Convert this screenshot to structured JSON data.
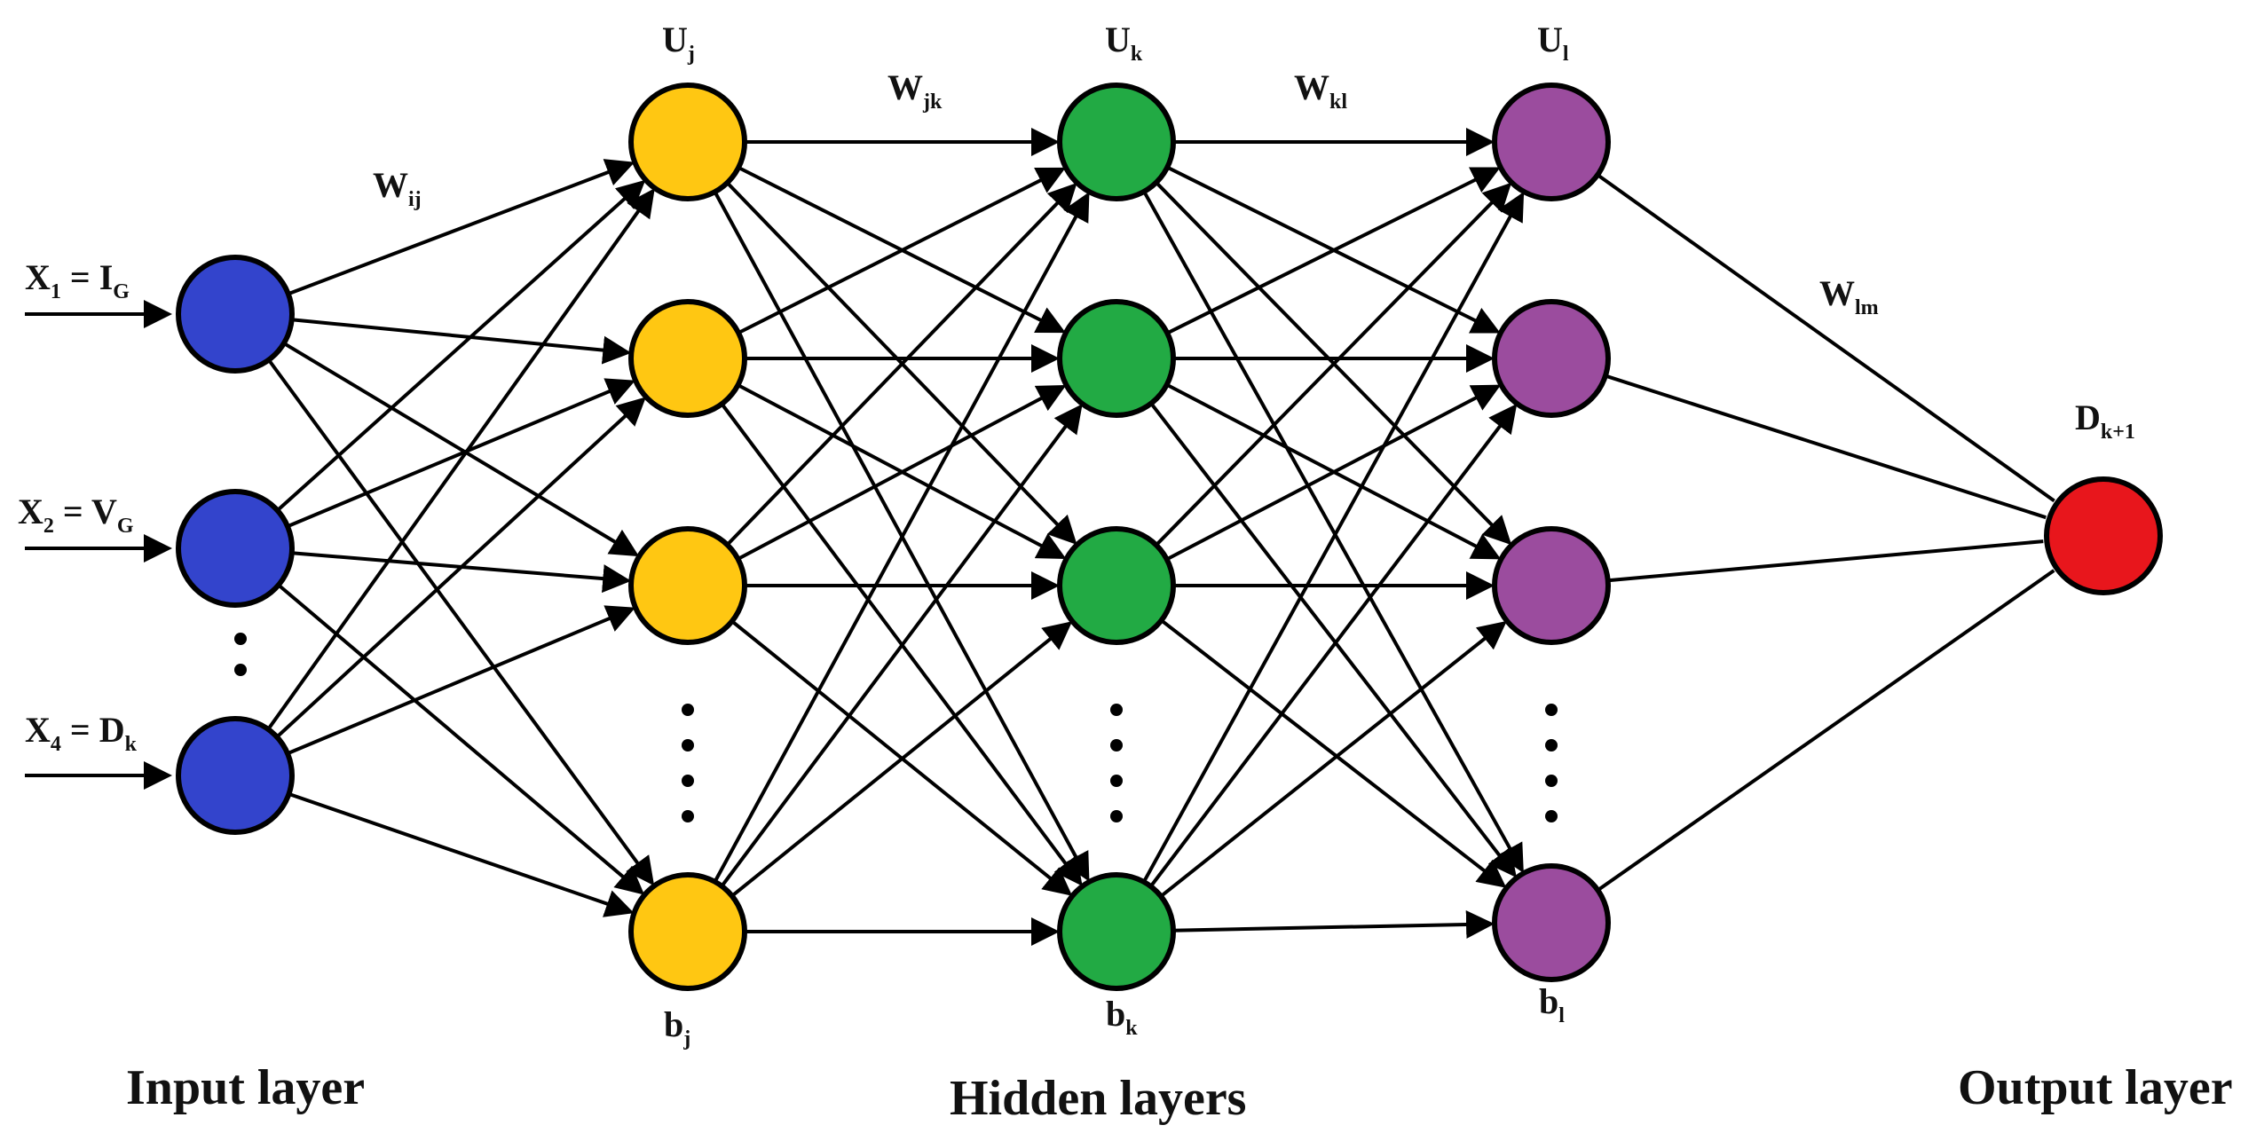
{
  "colors": {
    "input": "#3344cc",
    "hidden1": "#ffc712",
    "hidden2": "#22aa44",
    "hidden3": "#9b4c9e",
    "output": "#e8161c",
    "edge": "#000000"
  },
  "inputs": [
    {
      "x_main": "X",
      "x_sub": "1",
      "eq": " = ",
      "v_main": "I",
      "v_sub": "G"
    },
    {
      "x_main": "X",
      "x_sub": "2",
      "eq": " = ",
      "v_main": "V",
      "v_sub": "G"
    },
    {
      "x_main": "X",
      "x_sub": "4",
      "eq": " = ",
      "v_main": "D",
      "v_sub": "k"
    }
  ],
  "labels": {
    "u_j": {
      "main": "U",
      "sub": "j"
    },
    "u_k": {
      "main": "U",
      "sub": "k"
    },
    "u_l": {
      "main": "U",
      "sub": "l"
    },
    "w_ij": {
      "main": "W",
      "sub": "ij"
    },
    "w_jk": {
      "main": "W",
      "sub": "jk"
    },
    "w_kl": {
      "main": "W",
      "sub": "kl"
    },
    "w_lm": {
      "main": "W",
      "sub": "lm"
    },
    "b_j": {
      "main": "b",
      "sub": "j"
    },
    "b_k": {
      "main": "b",
      "sub": "k"
    },
    "b_l": {
      "main": "b",
      "sub": "l"
    },
    "d_out": {
      "main": "D",
      "sub": "k+1"
    }
  },
  "layer_titles": {
    "input": "Input layer",
    "hidden": "Hidden layers",
    "output": "Output layer"
  }
}
